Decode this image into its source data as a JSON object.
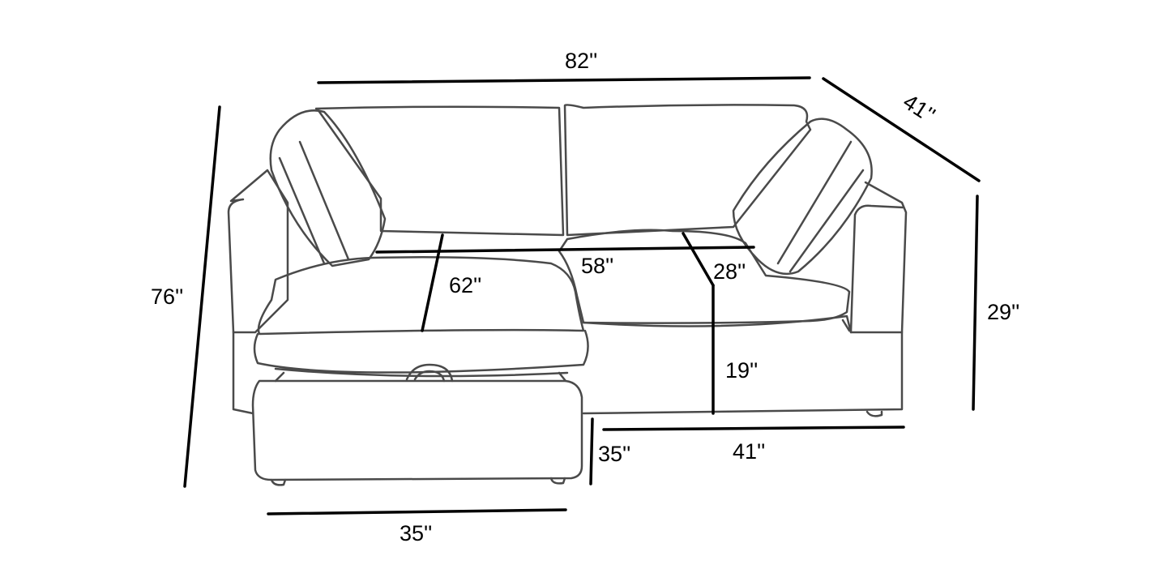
{
  "title": "Sofa with storage chaise dimensions",
  "dimensions": {
    "overall_width": "82''",
    "overall_depth": "41''",
    "chaise_length": "76''",
    "height": "29''",
    "chaise_seat_depth": "62''",
    "seat_width": "58''",
    "seat_depth": "28''",
    "seat_height": "19''",
    "chaise_height": "35''",
    "sofa_depth": "41''",
    "chaise_width": "35''"
  }
}
